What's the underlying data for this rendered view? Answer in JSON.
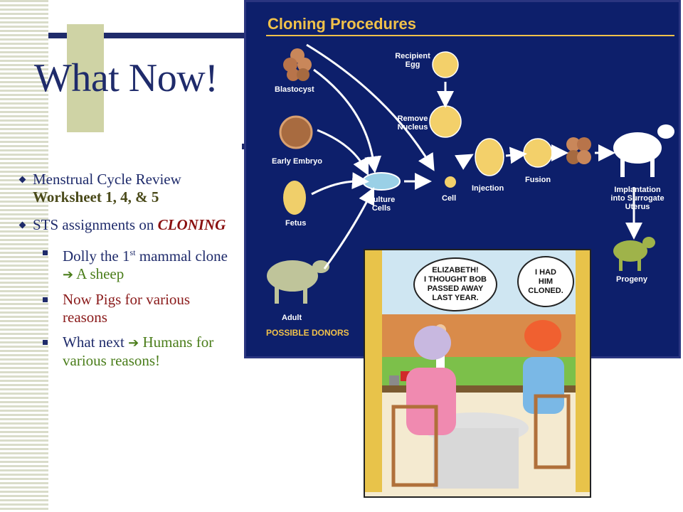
{
  "slide": {
    "title": "What Now!",
    "bullets": [
      {
        "text": "Menstrual Cycle Review ",
        "accent": "Worksheet 1, 4, & 5"
      },
      {
        "text": "STS assignments on ",
        "accent": "CLONING"
      }
    ],
    "sub_bullets": [
      {
        "pre": "Dolly the 1",
        "sup": "st",
        "mid": " mammal clone ",
        "arrow": "➔",
        "post": " A sheep"
      },
      {
        "text": "Now Pigs for various reasons"
      },
      {
        "pre": "What next ",
        "arrow": "➔",
        "post": " Humans for various reasons!"
      }
    ]
  },
  "diagram": {
    "title": "Cloning Procedures",
    "labels": {
      "blastocyst": "Blastocyst",
      "early_embryo": "Early Embryo",
      "fetus": "Fetus",
      "adult": "Adult",
      "possible_donors": "POSSIBLE DONORS",
      "recipient_egg": "Recipient\nEgg",
      "remove_nucleus": "Remove\nNucleus",
      "injection": "Injection",
      "fusion": "Fusion",
      "culture_cells": "Culture\nCells",
      "cell": "Cell",
      "implantation": "Implantation\ninto Surrogate\nUterus",
      "progeny": "Progeny"
    },
    "colors": {
      "background": "#0d1f6b",
      "title": "#f0c14a"
    }
  },
  "cartoon": {
    "bubble_left": "ELIZABETH!\nI THOUGHT BOB\nPASSED AWAY\nLAST YEAR.",
    "bubble_right": "I HAD\nHIM\nCLONED."
  }
}
